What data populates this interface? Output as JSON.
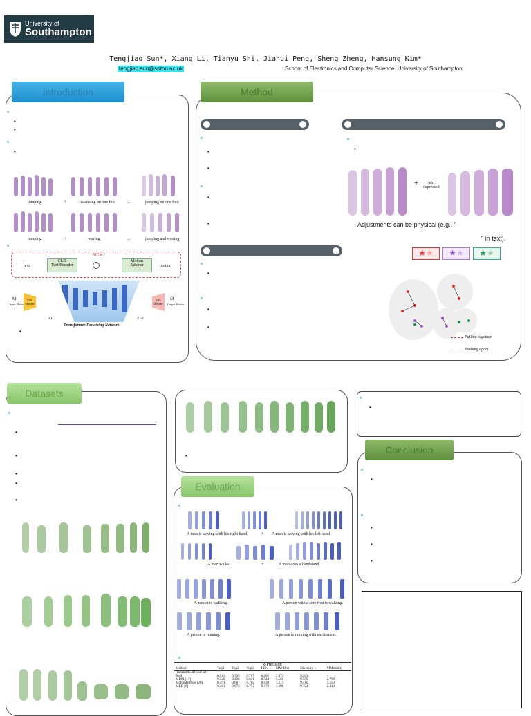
{
  "logo": {
    "line1": "University of",
    "line2": "Southampton"
  },
  "authors": "Tengjiao Sun*, Xiang Li, Tianyu Shi, Jiahui Peng, Sheng Zheng, Hansung Kim*",
  "email": "tengjiao.sun@soton.ac.uk",
  "affiliation": "School of Electronics and Computer Science, University of Southampton",
  "sections": {
    "introduction": "Introduction",
    "method": "Method",
    "datasets": "Datasets",
    "evaluation": "Evaluation",
    "conclusion": "Conclusion"
  },
  "intro_figure": {
    "row1": [
      "jumping",
      "+",
      "balancing on one foot",
      "→",
      "jumping on one foot"
    ],
    "row2": [
      "jumping",
      "+",
      "waving",
      "→",
      "jumping and waving"
    ]
  },
  "arch_figure": {
    "mcm_label": "MCM",
    "text_in": "text",
    "clip": "CLIP\nText Encoder",
    "adapter": "Motion\nAdapter",
    "motion_in": "motion",
    "vae_enc": "VAE\nEncoder",
    "vae_dec": "VAE\nDecoder",
    "m_in": "M",
    "m_in_sub": "Input Motion",
    "m_out": "M̂",
    "m_out_sub": "Output Motion",
    "zt": "Zt",
    "zt1": "Zt-1",
    "network": "Transformer Denoising Network"
  },
  "method_figure": {
    "plus": "+",
    "text_label": "text\ndepressed",
    "adjust_line": "- Adjustments can be physical (e.g., \"",
    "adjust_tail": "\" in text).",
    "pulling": "Pulling together",
    "pushing": "Pushing apart"
  },
  "eval_captions": {
    "r1a": "A man is waving with his right hand.",
    "r1plus": "+",
    "r1b": "A man is waving with his left hand.",
    "r2a": "A man walks.",
    "r2plus": "+",
    "r2b": "A man does a handstand.",
    "r3a": "A person is walking.",
    "r3b": "A person with a sore foot is walking.",
    "r4a": "A person is running.",
    "r4b": "A person is running with excitement."
  },
  "table": {
    "header_group": "R-Precision↑",
    "cols": [
      "Method",
      "Top1",
      "Top2",
      "Top3",
      "FID↓",
      "MM-Dist↓",
      "Diversity→",
      "MModality"
    ],
    "dataset_row": "HumanML3D Test set",
    "rows": [
      [
        "Real",
        "0.511",
        "0.703",
        "0.797",
        "0.002",
        "2.974",
        "9.503",
        "-"
      ],
      [
        "MDM [17]",
        "0.320",
        "0.498",
        "0.611",
        "0.544",
        "5.566",
        "9.559",
        "2.799"
      ],
      [
        "MotionDiffuse [20]",
        "0.491",
        "0.681",
        "0.782",
        "0.630",
        "3.113",
        "9.410",
        "1.553"
      ],
      [
        "MLD [6]",
        "0.481",
        "0.673",
        "0.772",
        "0.473",
        "3.196",
        "9.724",
        "2.413"
      ]
    ]
  },
  "colors": {
    "intro_header": "#1e8fcf",
    "method_header": "#5e8f3c",
    "green_header": "#88c56a",
    "pipe": "#566069",
    "email_bg": "#2ee6f0",
    "logo_bg": "#233b44"
  }
}
